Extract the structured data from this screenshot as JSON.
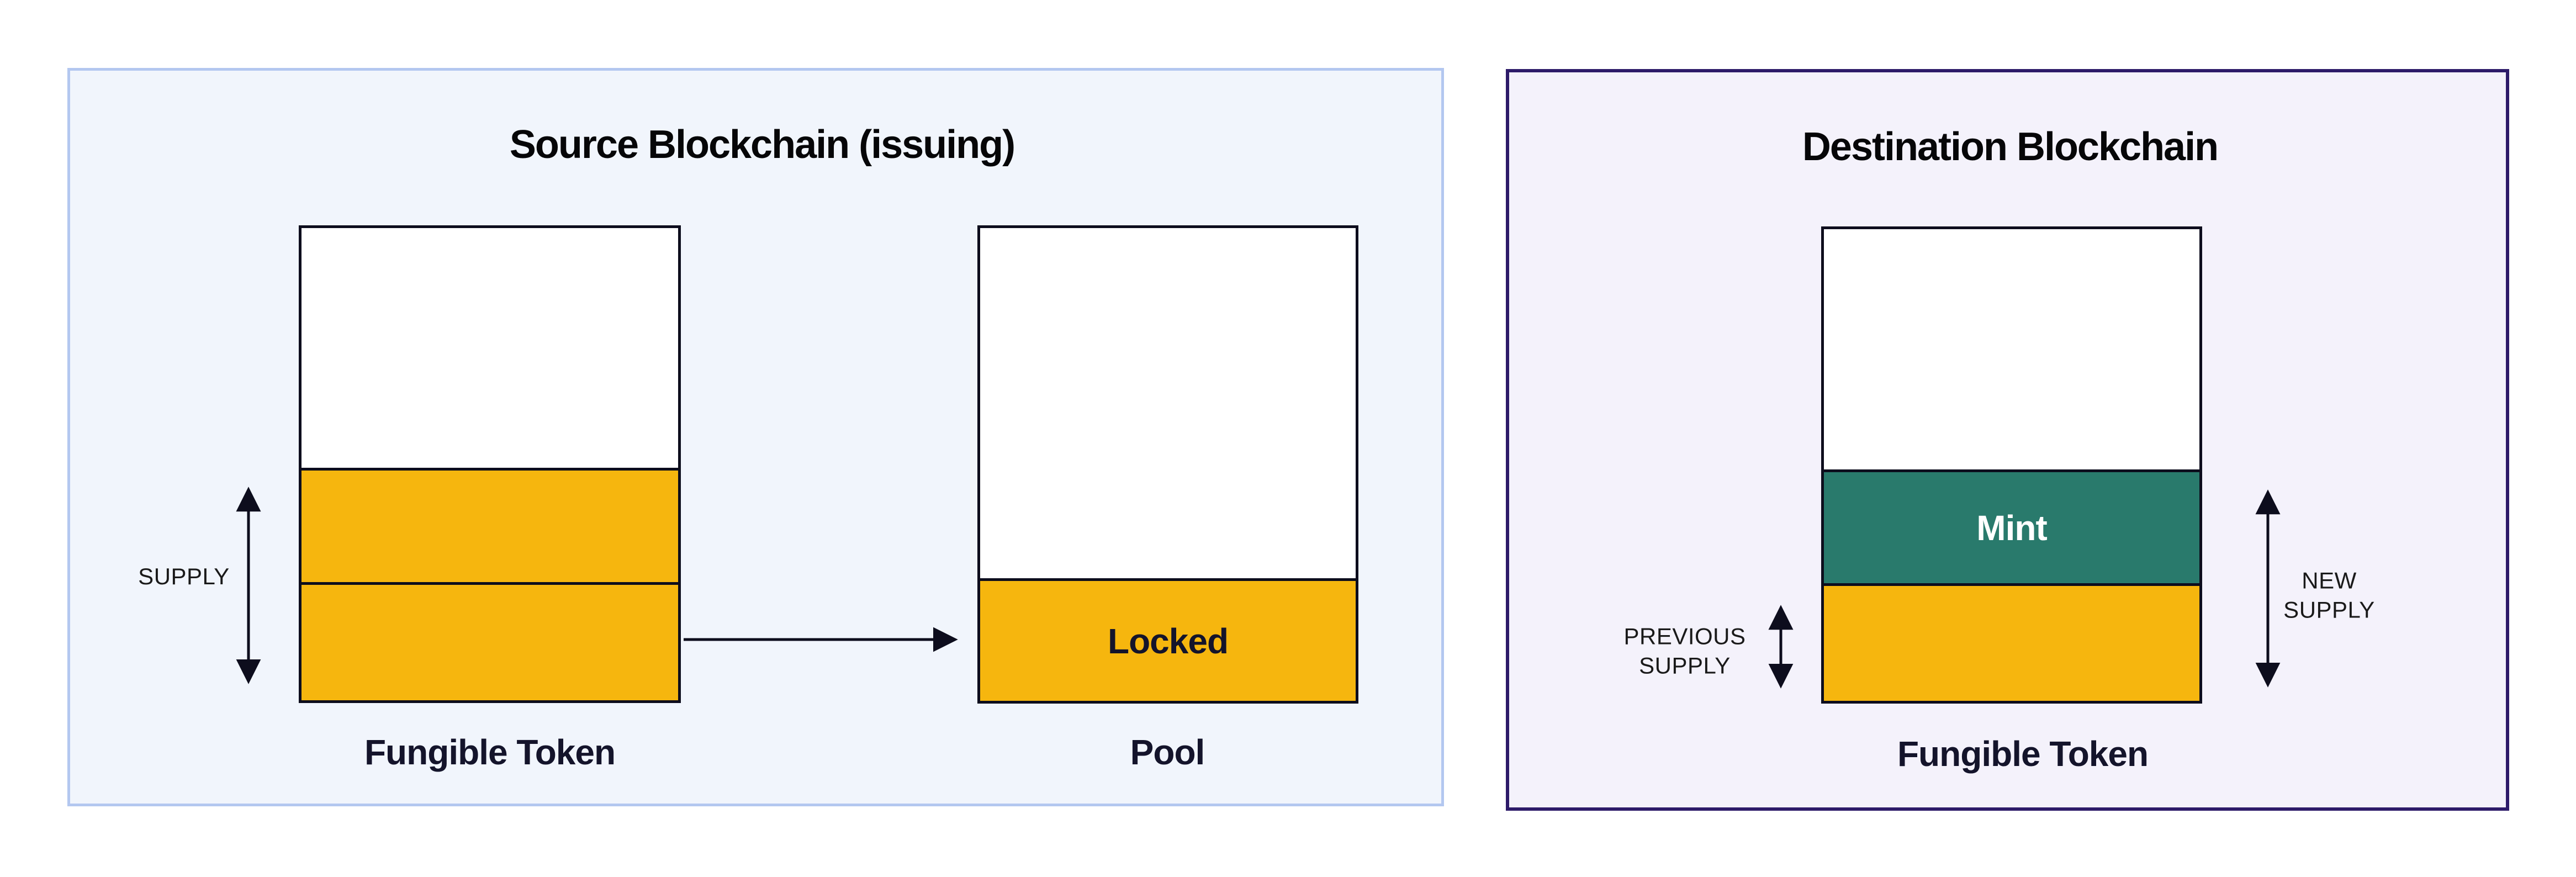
{
  "source_panel": {
    "title": "Source Blockchain (issuing)",
    "supply_label": "SUPPLY",
    "token_bar": {
      "caption": "Fungible Token",
      "segments": [
        {
          "name": "unissued",
          "color": "white",
          "label": ""
        },
        {
          "name": "circulating-upper",
          "color": "yellow",
          "label": ""
        },
        {
          "name": "circulating-lower",
          "color": "yellow",
          "label": ""
        }
      ]
    },
    "pool_bar": {
      "caption": "Pool",
      "segments": [
        {
          "name": "empty",
          "color": "white",
          "label": ""
        },
        {
          "name": "locked",
          "color": "yellow",
          "label": "Locked"
        }
      ]
    }
  },
  "destination_panel": {
    "title": "Destination Blockchain",
    "previous_supply_label": "PREVIOUS\nSUPPLY",
    "new_supply_label": "NEW\nSUPPLY",
    "token_bar": {
      "caption": "Fungible Token",
      "segments": [
        {
          "name": "unissued",
          "color": "white",
          "label": ""
        },
        {
          "name": "minted",
          "color": "teal",
          "label": "Mint"
        },
        {
          "name": "previous",
          "color": "yellow",
          "label": ""
        }
      ]
    }
  },
  "colors": {
    "token_yellow": "#F6B60E",
    "mint_teal": "#297A6C",
    "source_panel_bg": "#F1F5FC",
    "source_panel_border": "#B3C7F0",
    "dest_panel_bg": "#F4F2FB",
    "dest_panel_border": "#2D1B69",
    "line_black": "#0D0D1D",
    "label_navy": "#14142B"
  }
}
